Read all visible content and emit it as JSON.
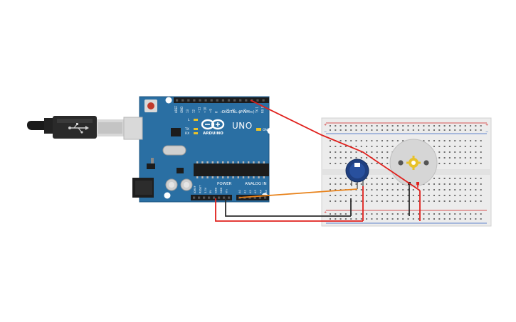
{
  "board": {
    "brand": "UNO",
    "logo": "arduino-infinity-logo",
    "digital_label": "DIGITAL (PWM~)",
    "power_label": "POWER",
    "analog_label": "ANALOG IN",
    "on_label": "ON",
    "l_label": "L",
    "tx_label": "TX",
    "rx_label": "RX",
    "ref_labels": [
      "AREF",
      "GND",
      "13",
      "12",
      "~11",
      "~10",
      "~9",
      "8",
      "7",
      "~6",
      "~5",
      "4",
      "~3",
      "2",
      "TX 1",
      "RX 0"
    ],
    "power_pins": [
      "IOREF",
      "RESET",
      "3.3V",
      "5V",
      "GND",
      "GND",
      "Vin"
    ],
    "analog_pins": [
      "A0",
      "A1",
      "A2",
      "A3",
      "A4",
      "A5"
    ]
  },
  "colors": {
    "board": "#2a6fa3",
    "board_dark": "#1d5680",
    "wire_red": "#e0201c",
    "wire_black": "#2b2b2b",
    "wire_orange": "#e8821a",
    "breadboard": "#ececec",
    "rail_red": "#d02020",
    "rail_blue": "#3060c0",
    "pot_knob": "#1f3f80",
    "motor_body": "#d6d6d6",
    "motor_gear": "#e8c22a"
  },
  "components": {
    "usb_cable": "usb-cable",
    "potentiometer": "potentiometer",
    "dc_motor": "dc-motor",
    "breadboard": "breadboard"
  }
}
